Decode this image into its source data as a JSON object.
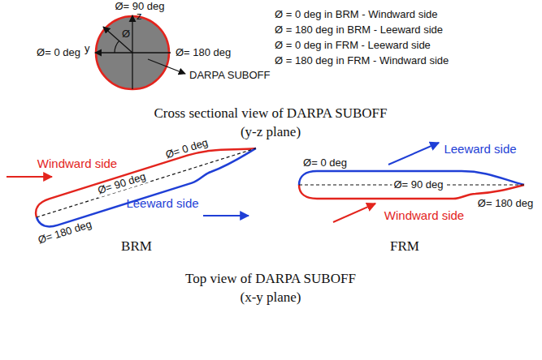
{
  "diagram": {
    "labels": [
      "Ø= 90 deg",
      "z",
      "Ø= 0 deg",
      "y",
      "Ø",
      "Ø= 180 deg",
      "DARPA SUBOFF",
      "Ø = 0 deg in BRM - Windward side",
      "Ø = 180 deg in BRM - Leeward side",
      "Ø = 0 deg in FRM - Leeward side",
      "Ø = 180 deg in FRM - Windward side",
      "Cross sectional view of DARPA SUBOFF (y-z plane)",
      "Windward side",
      "Ø= 0 deg",
      "Ø= 90 deg",
      "Leeward side",
      "Ø= 180 deg",
      "BRM",
      "Ø= 0 deg",
      "Leeward side",
      "Ø= 90 deg",
      "Ø= 180 deg",
      "Windward side",
      "FRM",
      "Top view of DARPA SUBOFF (x-y plane)"
    ]
  }
}
